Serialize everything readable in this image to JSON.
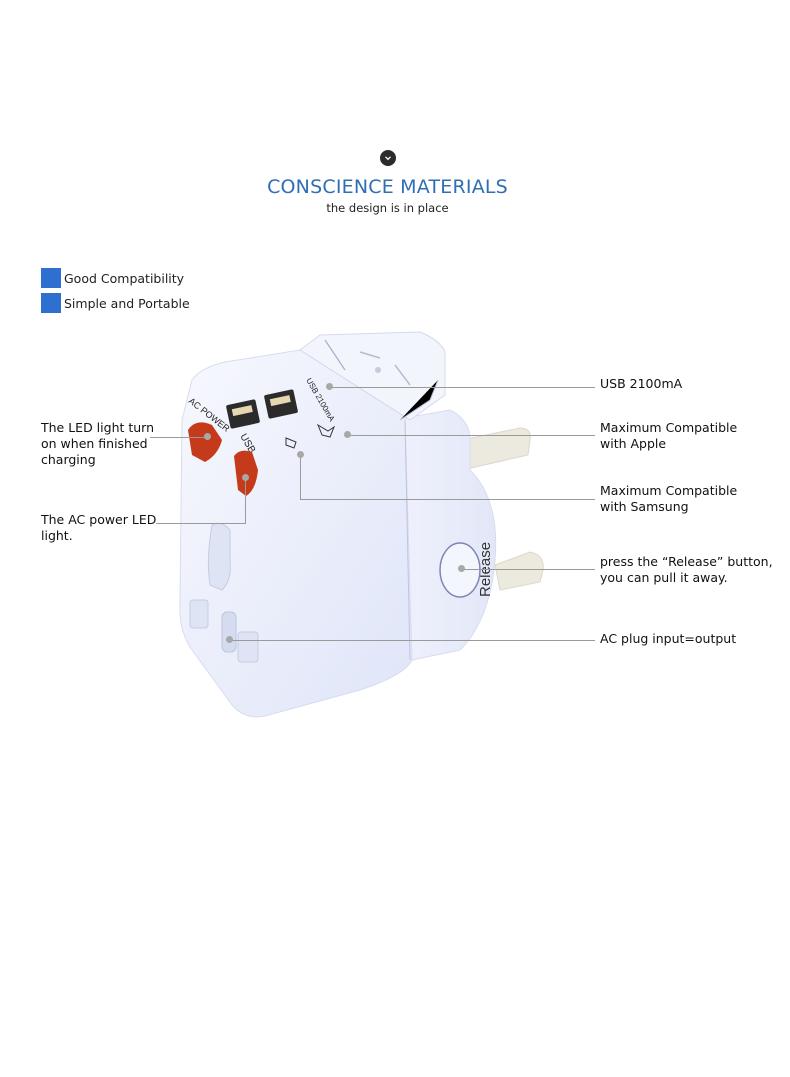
{
  "header": {
    "chevron_icon": "chevron-down-icon",
    "title": "CONSCIENCE MATERIALS",
    "subtitle": "the design is in place"
  },
  "features": [
    {
      "label": "Good Compatibility",
      "color": "#2f6fd0"
    },
    {
      "label": "Simple and Portable",
      "color": "#2f6fd0"
    }
  ],
  "product": {
    "name": "universal travel adapter",
    "color": "#eef1fb",
    "printed_labels": {
      "ac_power": "AC POWER",
      "usb": "USB",
      "usb_rating": "USB 2100mA",
      "release": "Release"
    },
    "led_color": "#c63a1c"
  },
  "callouts_left": [
    {
      "text_lines": [
        "The LED light turn",
        "on when finished",
        "charging"
      ]
    },
    {
      "text_lines": [
        "The AC power LED",
        "light."
      ]
    }
  ],
  "callouts_right": [
    {
      "text_lines": [
        "USB 2100mA"
      ]
    },
    {
      "text_lines": [
        "Maximum Compatible",
        "with Apple"
      ]
    },
    {
      "text_lines": [
        "Maximum Compatible",
        "with Samsung"
      ]
    },
    {
      "text_lines": [
        "press the “Release” button,",
        "you can pull it away."
      ]
    },
    {
      "text_lines": [
        "AC plug input=output"
      ]
    }
  ]
}
